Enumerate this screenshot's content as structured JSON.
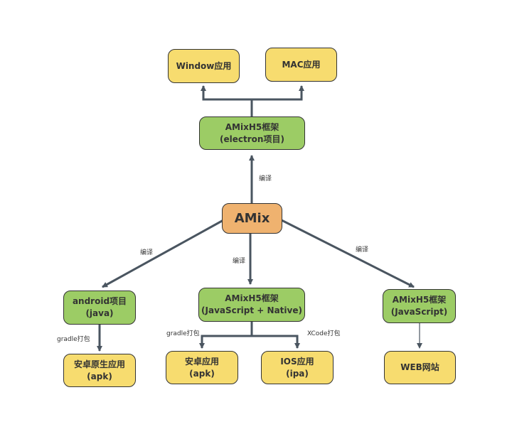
{
  "nodes": {
    "window_app": "Window应用",
    "mac_app": "MAC应用",
    "electron": {
      "line1": "AMixH5框架",
      "line2": "(electron项目)"
    },
    "amix": "AMix",
    "android": {
      "line1": "android项目",
      "line2": "(java)"
    },
    "native": {
      "line1": "AMixH5框架",
      "line2": "(JavaScript + Native)"
    },
    "js": {
      "line1": "AMixH5框架",
      "line2": "(JavaScript)"
    },
    "android_native_app": {
      "line1": "安卓原生应用",
      "line2": "(apk)"
    },
    "android_app": {
      "line1": "安卓应用",
      "line2": "(apk)"
    },
    "ios_app": {
      "line1": "IOS应用",
      "line2": "(ipa)"
    },
    "web": "WEB网站"
  },
  "edge_labels": {
    "compile_up": "编译",
    "compile_left": "编译",
    "compile_mid": "编译",
    "compile_right": "编译",
    "gradle_left": "gradle打包",
    "gradle_mid": "gradle打包",
    "xcode": "XCode打包"
  },
  "colors": {
    "yellow": "#f7dc6f",
    "green": "#9ccc65",
    "orange": "#efb26f",
    "line": "#4a5560"
  }
}
